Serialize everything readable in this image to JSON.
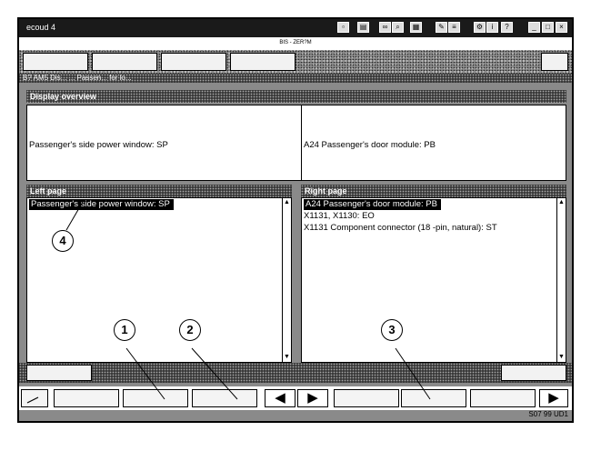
{
  "window": {
    "app_title": "ecoud 4",
    "subtitle": "BIS - ZER?M",
    "path": "B? AM5 Dis... ... Passen... for lo..."
  },
  "display_overview": {
    "header": "Display overview",
    "left_text": "Passenger's side power window: SP",
    "right_text": "A24 Passenger's door module: PB"
  },
  "left_page": {
    "header": "Left page",
    "items": [
      {
        "label": "Passenger's side power window: SP",
        "selected": true
      }
    ]
  },
  "right_page": {
    "header": "Right page",
    "items": [
      {
        "label": "A24 Passenger's door module: PB",
        "selected": true
      },
      {
        "label": "X1131, X1130: EO",
        "selected": false
      },
      {
        "label": "X1131 Component connector (18 -pin, natural): ST",
        "selected": false
      }
    ]
  },
  "nav": {
    "prev_glyph": "◀",
    "next_glyph": "▶",
    "forward_glyph": "▶"
  },
  "callouts": [
    "1",
    "2",
    "3",
    "4"
  ],
  "figure_ref": "S07 99 UD1",
  "icons": {
    "titlebar": [
      "window-icon",
      "document-icon",
      "binoculars-icon",
      "print-icon",
      "tools-icon",
      "help-icon",
      "minimize-icon",
      "maximize-icon",
      "close-icon"
    ]
  }
}
